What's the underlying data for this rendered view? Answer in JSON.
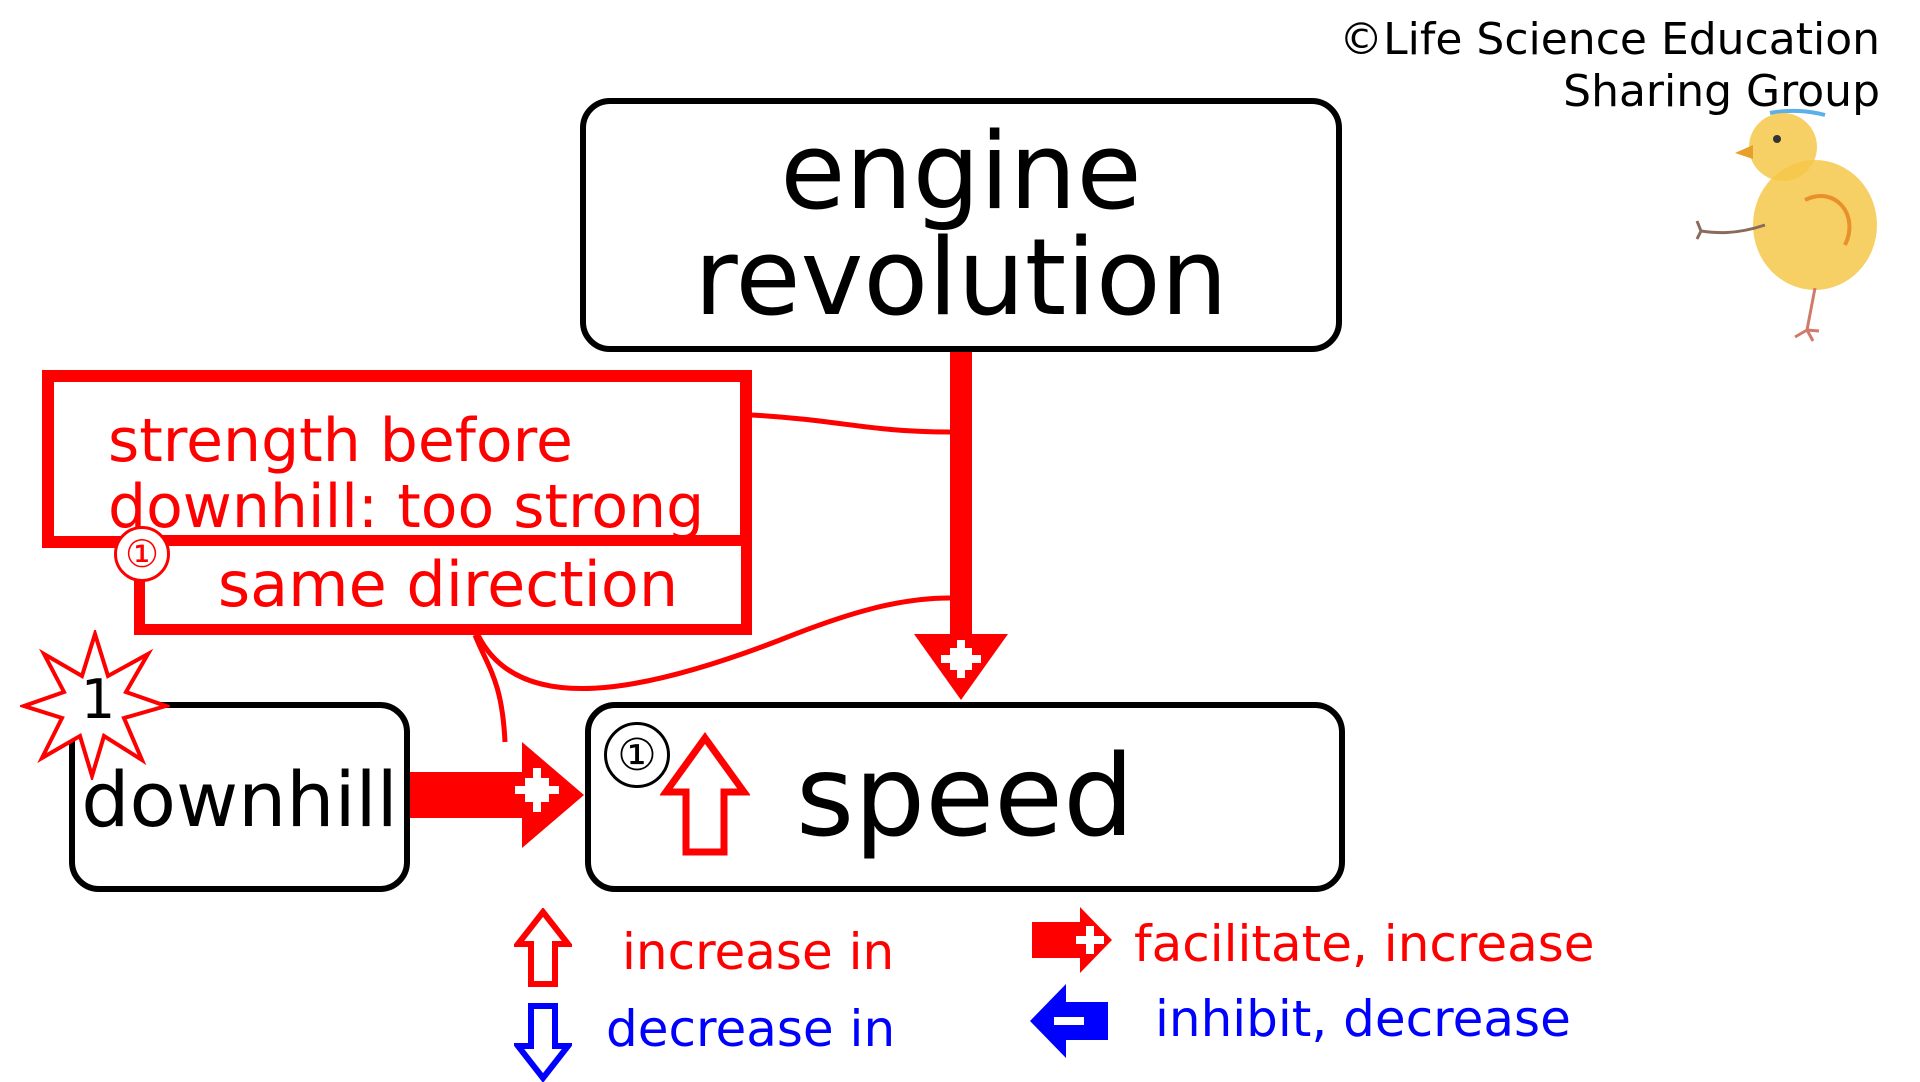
{
  "credit": "©Life Science Education\nSharing Group",
  "nodes": {
    "engine": "engine\nrevolution",
    "speed": "speed",
    "downhill": "downhill",
    "strength": "strength before\ndownhill: too strong",
    "direction": "same direction"
  },
  "markers": {
    "circle_red": "①",
    "circle_black": "①",
    "burst_number": "1"
  },
  "legend": {
    "increase": "increase in",
    "decrease": "decrease in",
    "facilitate": "facilitate, increase",
    "inhibit": "inhibit, decrease"
  },
  "colors": {
    "red": "#ff0000",
    "blue": "#0000ff",
    "black": "#000000",
    "chick": "#f6c84a"
  },
  "icons": {
    "increase": "hollow-up-arrow-icon",
    "decrease": "hollow-down-arrow-icon",
    "facilitate": "plus-arrow-icon",
    "inhibit": "minus-arrow-icon",
    "mascot": "chick-mascot-icon",
    "burst": "star-burst-icon"
  }
}
